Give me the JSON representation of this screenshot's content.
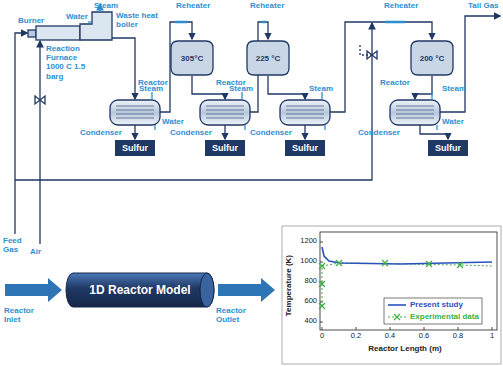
{
  "diagram": {
    "nodes": [
      {
        "text": [
          "305°C"
        ]
      },
      {
        "text": [
          "225 °C"
        ]
      },
      {
        "text": [
          "200 °C"
        ]
      },
      {
        "text": [
          "Sulfur"
        ]
      },
      {
        "text": [
          "Sulfur"
        ]
      },
      {
        "text": [
          "Sulfur"
        ]
      },
      {
        "text": [
          "Sulfur"
        ]
      },
      {
        "text": [
          "1D Reactor Model"
        ]
      }
    ],
    "labels": [
      "Reheater",
      "Reheater",
      "Reheater",
      "Tail Gas",
      "Steam",
      "Water",
      "Burner",
      "Waste heat boiler",
      "Reaction Furnace 1000 C 1.5 barg",
      "Reactor",
      "Reactor",
      "Reactor",
      "Steam",
      "Steam",
      "Steam",
      "Steam",
      "Water",
      "Water",
      "Condenser",
      "Condenser",
      "Condenser",
      "Condenser",
      "Feed Gas",
      "Air",
      "Reactor Inlet",
      "Reactor Outlet",
      "1200",
      "1000",
      "800",
      "600",
      "400",
      "0",
      "0.2",
      "0.4",
      "0.6",
      "0.8",
      "1",
      "Temperature (K)",
      "Reactor Length (m)"
    ],
    "legend": [
      {
        "text": "Present study"
      },
      {
        "text": "Experimental data"
      }
    ]
  }
}
